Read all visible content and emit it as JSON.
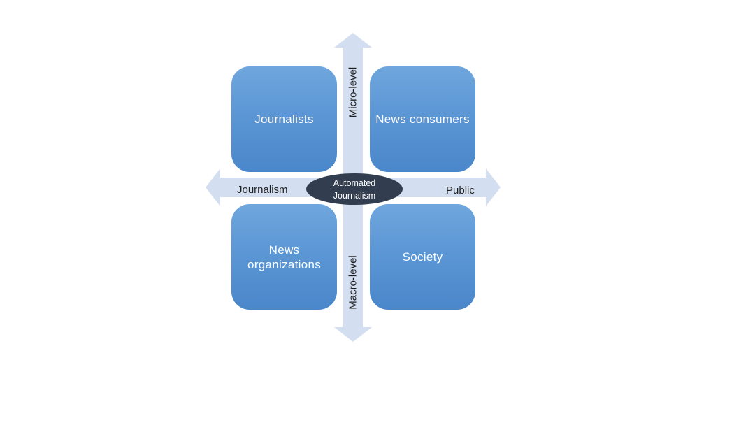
{
  "diagram": {
    "quadrants": {
      "top_left": "Journalists",
      "top_right": "News consumers",
      "bottom_left": "News organizations",
      "bottom_right": "Society"
    },
    "axes": {
      "left": "Journalism",
      "right": "Public",
      "top": "Micro-level",
      "bottom": "Macro-level"
    },
    "center": "Automated Journalism"
  },
  "colors": {
    "arrow": "#d3dff0",
    "quadrant_top": "#6fa6dd",
    "quadrant_bottom": "#4a87ca",
    "center": "#323d4f",
    "text_dark": "#1e1e1e",
    "text_light": "#ffffff"
  }
}
